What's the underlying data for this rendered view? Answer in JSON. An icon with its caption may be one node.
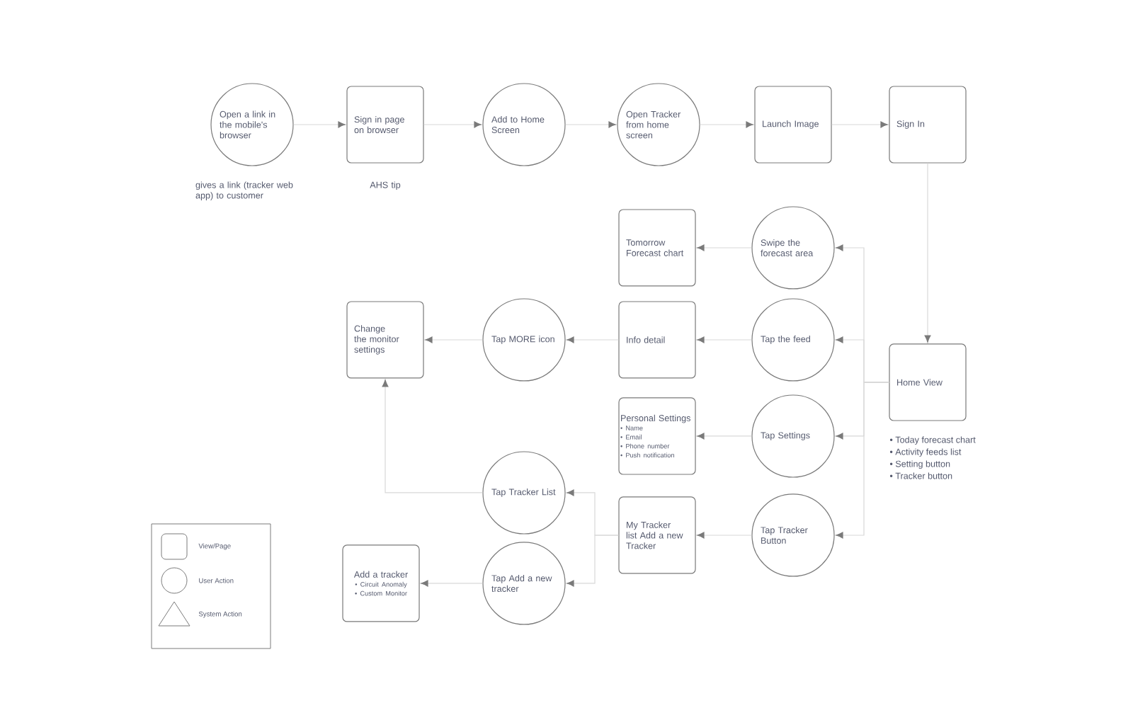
{
  "diagram": {
    "nodes": [
      {
        "text": [
          "Open a link in the mobile's browser"
        ],
        "beside": [
          "gives a link (tracker web app) to customer"
        ]
      },
      {
        "text": [
          "Sign in page on browser"
        ],
        "beside": [
          "AHS tip"
        ]
      },
      {
        "text": [
          "Add to Home Screen"
        ]
      },
      {
        "text": [
          "Open Tracker from home screen"
        ]
      },
      {
        "text": [
          "Launch Image"
        ]
      },
      {
        "text": [
          "Sign In"
        ]
      },
      {
        "text": [
          "Home View"
        ],
        "beside": [
          "• Today forecast chart",
          "• Activity feeds list",
          "• Setting button",
          "• Tracker button"
        ]
      },
      {
        "text": [
          "Swipe the forecast area"
        ]
      },
      {
        "text": [
          "Tomorrow Forecast chart"
        ]
      },
      {
        "text": [
          "Tap the feed"
        ]
      },
      {
        "text": [
          "Info detail"
        ]
      },
      {
        "text": [
          "Tap MORE icon"
        ]
      },
      {
        "text": [
          "Change the monitor settings"
        ]
      },
      {
        "text": [
          "Tap Settings"
        ]
      },
      {
        "text": [
          "Personal Settings",
          "• Name",
          "• Email",
          "• Phone number",
          "• Push notification"
        ]
      },
      {
        "text": [
          "Tap Tracker Button"
        ]
      },
      {
        "text": [
          "My Tracker list Add a new Tracker"
        ]
      },
      {
        "text": [
          "Tap Tracker List"
        ]
      },
      {
        "text": [
          "Tap Add a new tracker"
        ]
      },
      {
        "text": [
          "Add a tracker",
          "• Circuit Anomaly",
          "• Custom Monitor"
        ]
      }
    ],
    "edges": [
      {
        "from": 0,
        "to": 1,
        "arrow": "to"
      },
      {
        "from": 1,
        "to": 2,
        "arrow": "to"
      },
      {
        "from": 2,
        "to": 3,
        "arrow": "to"
      },
      {
        "from": 3,
        "to": 4,
        "arrow": "to"
      },
      {
        "from": 4,
        "to": 5,
        "arrow": "to"
      },
      {
        "from": 5,
        "to": 6,
        "arrow": "to"
      },
      {
        "from": 6,
        "to": 7,
        "arrow": "to"
      },
      {
        "from": 6,
        "to": 9,
        "arrow": "to"
      },
      {
        "from": 6,
        "to": 13,
        "arrow": "to"
      },
      {
        "from": 6,
        "to": 15,
        "arrow": "to"
      },
      {
        "from": 7,
        "to": 8,
        "arrow": "to"
      },
      {
        "from": 9,
        "to": 10,
        "arrow": "to"
      },
      {
        "from": 10,
        "to": 11,
        "arrow": "to"
      },
      {
        "from": 11,
        "to": 12,
        "arrow": "to"
      },
      {
        "from": 13,
        "to": 14,
        "arrow": "to"
      },
      {
        "from": 15,
        "to": 16,
        "arrow": "to"
      },
      {
        "from": 16,
        "to": 17,
        "arrow": "to"
      },
      {
        "from": 16,
        "to": 18,
        "arrow": "to"
      },
      {
        "from": 17,
        "to": 12,
        "arrow": "to"
      },
      {
        "from": 18,
        "to": 19,
        "arrow": "to"
      }
    ],
    "legend": [
      {
        "text": "View/Page"
      },
      {
        "text": "User Action"
      },
      {
        "text": "System Action"
      }
    ]
  }
}
